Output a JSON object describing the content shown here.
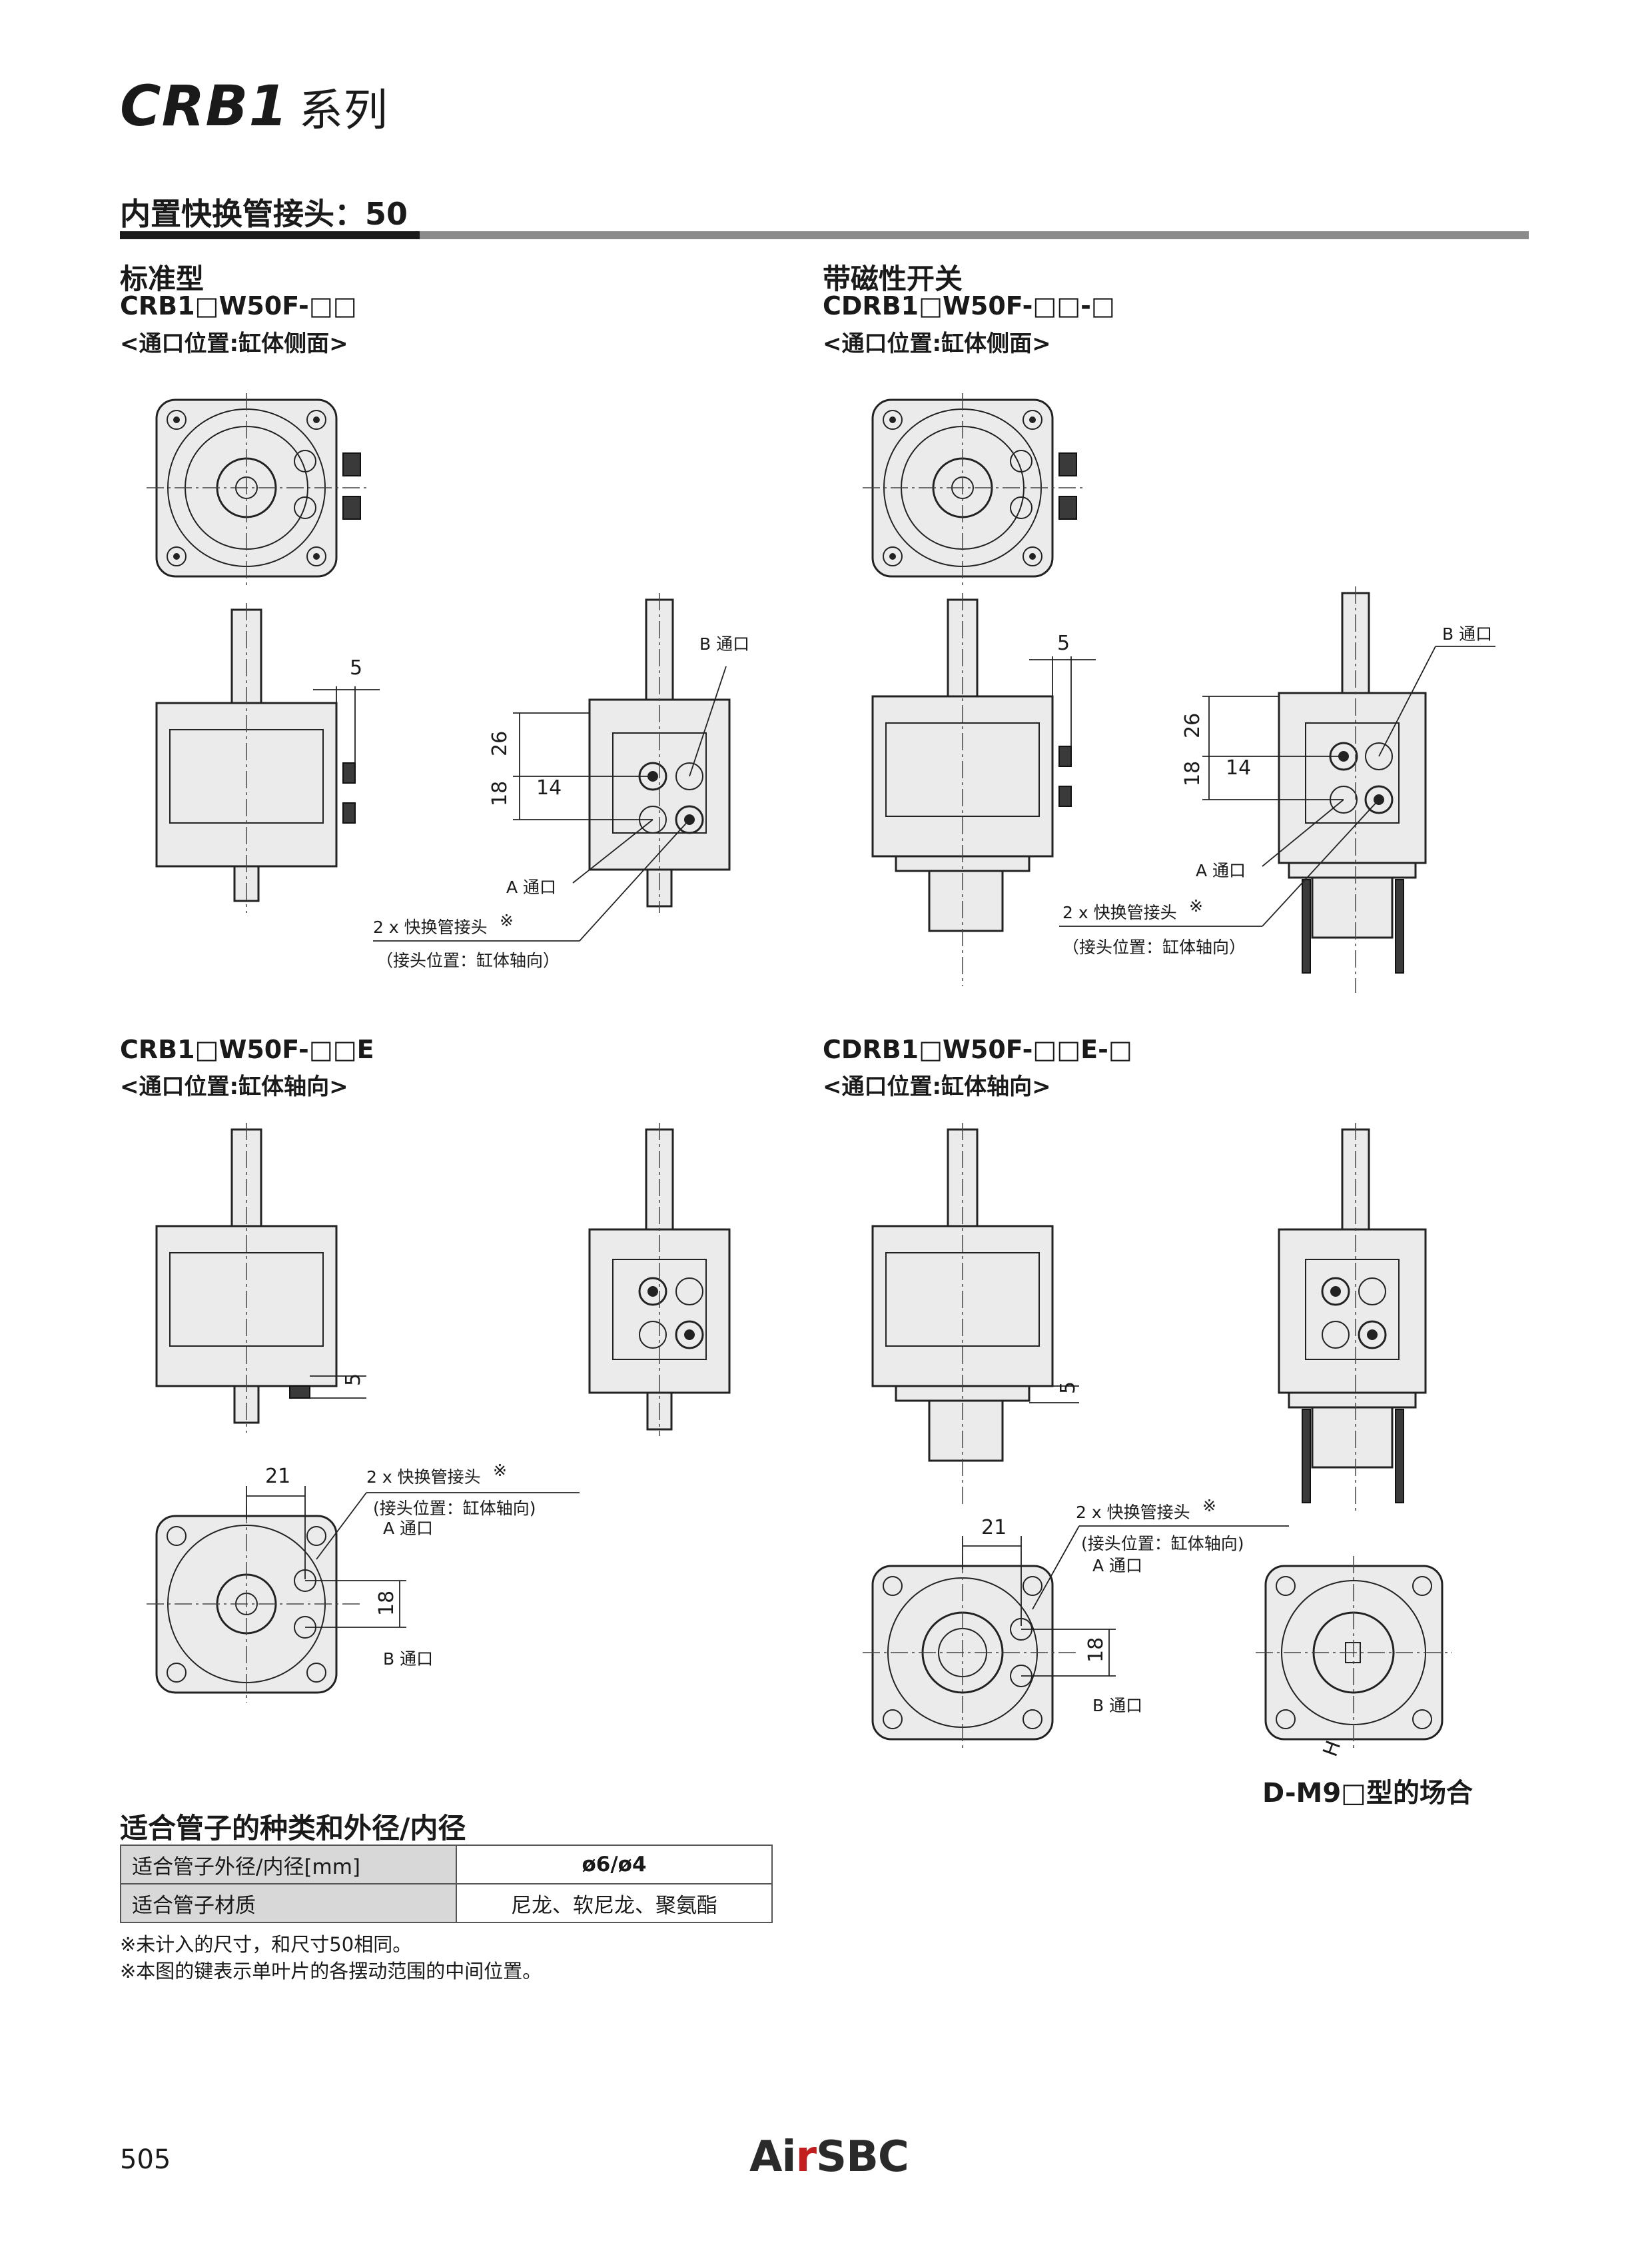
{
  "header": {
    "series": "CRB1",
    "series_suffix": "系列",
    "section": "内置快换管接头：50"
  },
  "blocks": {
    "std": {
      "title": "标准型",
      "model": "CRB1□W50F-□□",
      "port_note": "<通口位置:缸体侧面>"
    },
    "mag": {
      "title": "带磁性开关",
      "model": "CDRB1□W50F-□□-□",
      "port_note": "<通口位置:缸体侧面>"
    },
    "std_axial": {
      "model": "CRB1□W50F-□□E",
      "port_note": "<通口位置:缸体轴向>"
    },
    "mag_axial": {
      "model": "CDRB1□W50F-□□E-□",
      "port_note": "<通口位置:缸体轴向>"
    }
  },
  "labels": {
    "port_b": "B 通口",
    "port_a": "A 通口",
    "fitting": "2 x 快换管接头",
    "note_mark": "※",
    "fitting_axial_position": "(接头位置：缸体轴向)",
    "fitting_axial_position_b": "（接头位置：缸体轴向）",
    "dim_5": "5",
    "dim_26": "26",
    "dim_18": "18",
    "dim_14": "14",
    "dim_21": "21",
    "switch_h": "H",
    "dm9_caption": "D-M9□型的场合"
  },
  "tube_table": {
    "title": "适合管子的种类和外径/内径",
    "rows": [
      {
        "key": "适合管子外径/内径[mm]",
        "value": "ø6/ø4"
      },
      {
        "key": "适合管子材质",
        "value": "尼龙、软尼龙、聚氨酯"
      }
    ]
  },
  "notes": [
    "※未计入的尺寸，和尺寸50相同。",
    "※本图的键表示单叶片的各摆动范围的中间位置。"
  ],
  "footer": {
    "page_number": "505",
    "brand_prefix": "Ai",
    "brand_r": "r",
    "brand_suffix": "SBC"
  }
}
